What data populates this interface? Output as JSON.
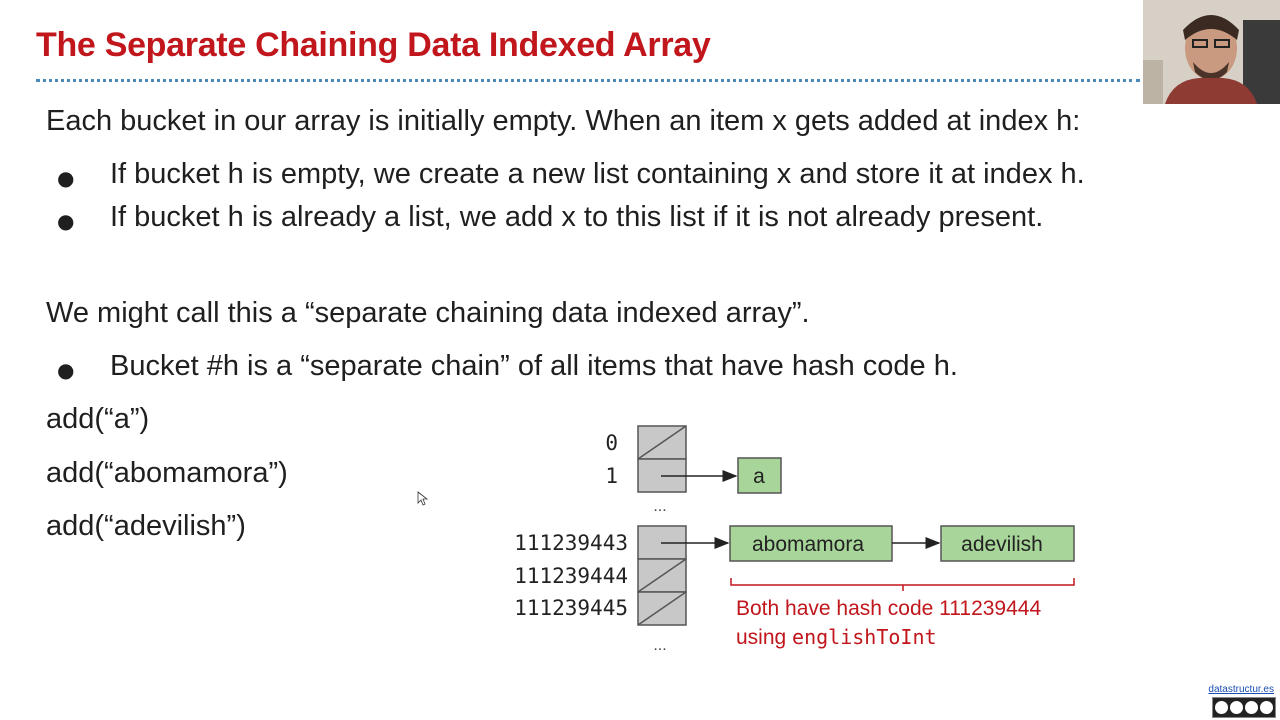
{
  "slide": {
    "title": "The Separate Chaining Data Indexed Array",
    "intro": "Each bucket in our array is initially empty. When an item x gets added at index h:",
    "bullets_a": [
      "If bucket h is empty, we create a new list containing x and store it at index h.",
      "If bucket h is already a list, we add x to this list if it is not already present."
    ],
    "name_line": "We might call this a “separate chaining data indexed array”.",
    "bullets_b": [
      "Bucket #h is a “separate chain” of all items that have hash code h."
    ],
    "bullet_symbol": "●",
    "calls": [
      "add(“a”)",
      "add(“abomamora”)",
      "add(“adevilish”)"
    ]
  },
  "diagram": {
    "indices_top": [
      "0",
      "1"
    ],
    "ellipsis": "...",
    "indices_bottom": [
      "111239443",
      "111239444",
      "111239445"
    ],
    "node_a": "a",
    "node_abomamora": "abomamora",
    "node_adevilish": "adevilish",
    "note_line1": "Both have hash code 111239444",
    "note_line2_prefix": "using ",
    "note_line2_code": "englishToInt",
    "colors": {
      "cell_fill": "#c8c8c8",
      "node_fill": "#a8d59a",
      "note": "#c0161c"
    }
  },
  "footer": {
    "link": "datastructur.es"
  },
  "webcam": {
    "icon": "presenter-video"
  }
}
